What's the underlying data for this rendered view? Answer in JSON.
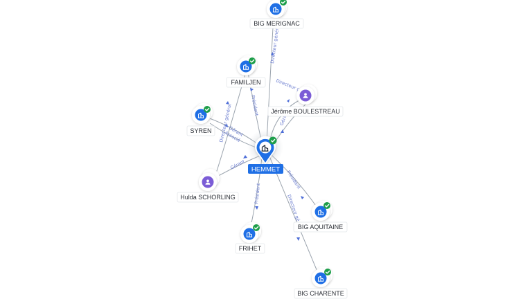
{
  "diagram": {
    "center": {
      "label": "HEMMET",
      "icon": "company-icon",
      "verified": true
    },
    "nodes": [
      {
        "id": "big-merignac",
        "label": "BIG MERIGNAC",
        "kind": "company",
        "icon": "company-icon",
        "verified": true
      },
      {
        "id": "familjen",
        "label": "FAMILJEN",
        "kind": "company",
        "icon": "company-icon",
        "verified": true
      },
      {
        "id": "jerome-boulestreau",
        "label": "Jérôme BOULESTREAU",
        "kind": "person",
        "icon": "person-icon",
        "verified": false
      },
      {
        "id": "syren",
        "label": "SYREN",
        "kind": "company",
        "icon": "company-icon",
        "verified": true
      },
      {
        "id": "hulda-schorling",
        "label": "Hulda SCHORLING",
        "kind": "person",
        "icon": "person-icon",
        "verified": false
      },
      {
        "id": "frihet",
        "label": "FRIHET",
        "kind": "company",
        "icon": "company-icon",
        "verified": true
      },
      {
        "id": "big-aquitaine",
        "label": "BIG AQUITAINE",
        "kind": "company",
        "icon": "company-icon",
        "verified": true
      },
      {
        "id": "big-charente",
        "label": "BIG CHARENTE",
        "kind": "company",
        "icon": "company-icon",
        "verified": true
      }
    ],
    "edges": [
      {
        "id": "e-merignac",
        "label": "Directeur général"
      },
      {
        "id": "e-familjen",
        "label": "Président"
      },
      {
        "id": "e-jerome-1",
        "label": "Directeur général"
      },
      {
        "id": "e-jerome-2",
        "label": "Gérant"
      },
      {
        "id": "e-syren-1",
        "label": "Gérant"
      },
      {
        "id": "e-syren-2",
        "label": "Associé"
      },
      {
        "id": "e-hulda-syren",
        "label": "Directeur général"
      },
      {
        "id": "e-hulda",
        "label": "Gérant"
      },
      {
        "id": "e-frihet",
        "label": "Président"
      },
      {
        "id": "e-aquitaine",
        "label": "Président"
      },
      {
        "id": "e-charente",
        "label": "Directeur gé"
      }
    ],
    "colors": {
      "company_icon": "#1f6fe5",
      "person_icon": "#7b5cd6",
      "verified_badge": "#1e9e4a",
      "edge": "#9aa3ad",
      "edge_label": "#6a7ccf",
      "center_label_bg": "#1f6fe5"
    }
  }
}
